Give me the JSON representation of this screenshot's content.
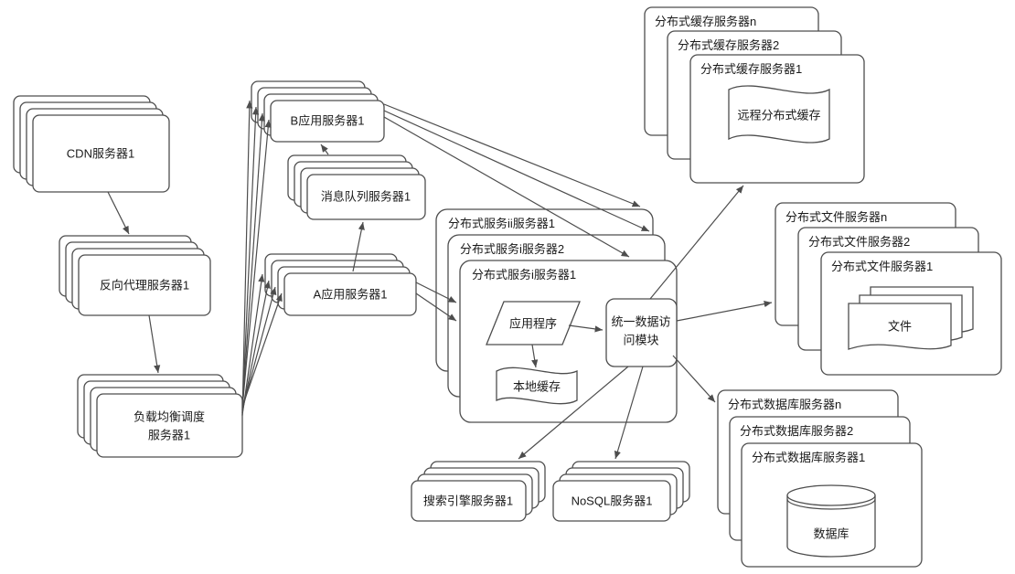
{
  "nodes": {
    "cdn": {
      "label": "CDN服务器1"
    },
    "reverse_proxy": {
      "label": "反向代理服务器1"
    },
    "load_balancer": {
      "line1": "负载均衡调度",
      "line2": "服务器1"
    },
    "app_server_b": {
      "label": "B应用服务器1"
    },
    "message_queue": {
      "label": "消息队列服务器1"
    },
    "app_server_a": {
      "label": "A应用服务器1"
    },
    "distributed_service": {
      "back2": "分布式服务ii服务器1",
      "back1": "分布式服务i服务器2",
      "front": "分布式服务i服务器1",
      "application": "应用程序",
      "local_cache": "本地缓存",
      "data_access_line1": "统一数据访",
      "data_access_line2": "问模块"
    },
    "distributed_cache": {
      "back2": "分布式缓存服务器n",
      "back1": "分布式缓存服务器2",
      "front": "分布式缓存服务器1",
      "inner": "远程分布式缓存"
    },
    "distributed_file": {
      "back2": "分布式文件服务器n",
      "back1": "分布式文件服务器2",
      "front": "分布式文件服务器1",
      "inner": "文件"
    },
    "distributed_db": {
      "back2": "分布式数据库服务器n",
      "back1": "分布式数据库服务器2",
      "front": "分布式数据库服务器1",
      "inner": "数据库"
    },
    "search_engine": {
      "label": "搜索引擎服务器1"
    },
    "nosql": {
      "label": "NoSQL服务器1"
    }
  },
  "colors": {
    "stroke": "#4d4d4d",
    "fill": "#ffffff",
    "text": "#1a1a1a",
    "background": "#ffffff"
  }
}
